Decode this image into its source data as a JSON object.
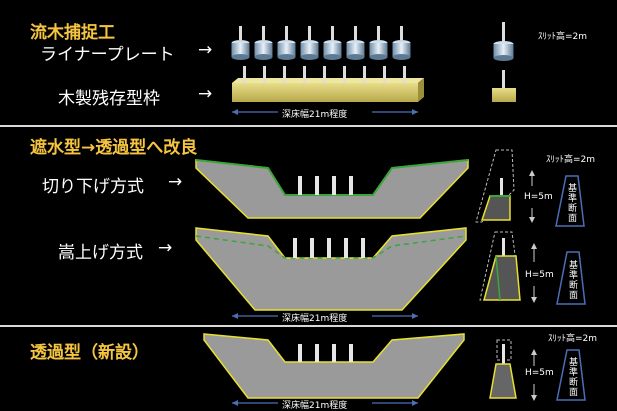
{
  "section1": {
    "title": "流木捕捉工",
    "liner_label": "ライナープレート",
    "liner_arrow": "→",
    "wood_label": "木製残存型枠",
    "wood_arrow": "→",
    "width_label": "深床幅21m程度",
    "slit_label": "ｽﾘｯﾄ高=2m"
  },
  "section2": {
    "title": "遮水型→透過型へ改良",
    "slit_label": "ｽﾘｯﾄ高=2m",
    "cut_label": "切り下げ方式",
    "cut_arrow": "→",
    "raise_label": "嵩上げ方式",
    "raise_arrow": "→",
    "width_label": "深床幅21m程度",
    "h_label_1": "H=5m",
    "h_label_2": "H=5m",
    "std_section_1": "基準断面",
    "std_section_2": "基準断面"
  },
  "section3": {
    "title": "透過型（新設）",
    "slit_label": "ｽﾘｯﾄ高=2m",
    "width_label": "深床幅21m程度",
    "h_label": "H=5m",
    "std_section": "基準断面"
  },
  "colors": {
    "accent": "#f5c542",
    "outline_yellow": "#e8e030",
    "outline_green": "#3aa63a",
    "fill_gray": "#9a9a9a",
    "dim_blue": "#4a6fb5"
  }
}
